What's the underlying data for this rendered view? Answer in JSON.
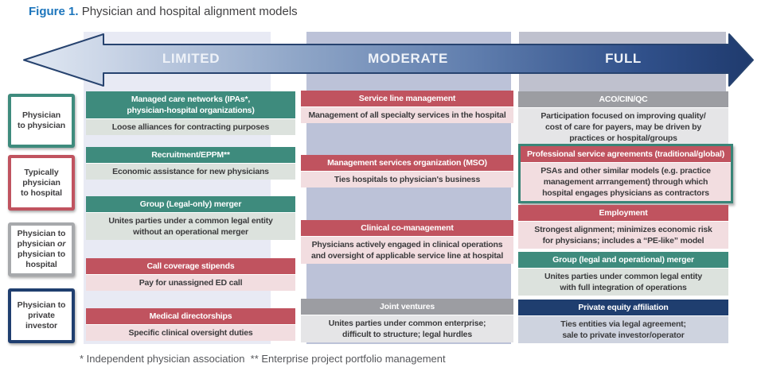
{
  "title": {
    "prefix": "Figure 1.",
    "text": "Physician and hospital alignment models"
  },
  "legend": {
    "items": [
      {
        "label": "Physician\nto physician",
        "border_color": "#3E8B7D"
      },
      {
        "label": "Typically\nphysician\nto hospital",
        "border_color": "#C0535F"
      },
      {
        "pre": "Physician to\nphysician ",
        "emph": "or",
        "post": "\nphysician to\nhospital",
        "border_color": "#A7A9AC"
      },
      {
        "label": "Physician to\nprivate\ninvestor",
        "border_color": "#1F3E6F"
      }
    ]
  },
  "columns": [
    {
      "label": "LIMITED",
      "cards": [
        {
          "header": "Managed care networks (IPAs*,\nphysician-hospital organizations)",
          "body": "Loose alliances for contracting purposes"
        },
        {
          "header": "Recruitment/EPPM**",
          "body": "Economic assistance for new physicians"
        },
        {
          "header": "Group (Legal-only) merger",
          "body": "Unites parties under a common legal entity\nwithout an operational merger"
        },
        {
          "header": "Call coverage stipends",
          "body": "Pay for unassigned ED call"
        },
        {
          "header": "Medical directorships",
          "body": "Specific clinical oversight duties"
        }
      ]
    },
    {
      "label": "MODERATE",
      "cards": [
        {
          "header": "Service line management",
          "body": "Management of all specialty services in the hospital"
        },
        {
          "header": "Management services organization (MSO)",
          "body": "Ties hospitals to physician's business"
        },
        {
          "header": "Clinical co-management",
          "body": "Physicians actively engaged in clinical operations\nand oversight of applicable service line at hospital"
        },
        {
          "header": "Joint ventures",
          "body": "Unites parties under common enterprise;\ndifficult to structure; legal hurdles"
        }
      ]
    },
    {
      "label": "FULL",
      "cards": [
        {
          "header": "ACO/CIN/QC",
          "body": "Participation focused on improving quality/\ncost of care for payers, may be driven by\npractices or hospital/groups"
        },
        {
          "header": "Professional service agreements (traditional/global)",
          "body": "PSAs and other similar models (e.g. practice\nmanagement arrrangement) through which\nhospital engages physicians as contractors",
          "highlighted": true
        },
        {
          "header": "Employment",
          "body": "Strongest alignment; minimizes economic risk\nfor physicians; includes a “PE-like” model"
        },
        {
          "header": "Group (legal and operational) merger",
          "body": "Unites parties under common legal entity\nwith full integration of operations"
        },
        {
          "header": "Private equity affiliation",
          "body": "Ties entities via legal agreement;\nsale to private investor/operator"
        }
      ]
    }
  ],
  "footnote": "* Independent physician association  ** Enterprise project portfolio management",
  "colors": {
    "title_blue": "#1C75BC",
    "teal_header": "#3E8B7D",
    "red_header": "#C0535F",
    "gray_header": "#9C9DA2",
    "navy_header": "#1F3E6F",
    "body_sage": "#DCE2DD",
    "body_pink": "#F2DDE0",
    "body_gray": "#E5E5E7",
    "body_bluegray": "#CED3DF",
    "column_limited_bg": "#E8EAF4",
    "column_moderate_bg": "#BCC2D8",
    "column_full_bg": "#BFC1CE",
    "arrow_dark": "#1F3A6D",
    "arrow_light": "#E2E9F3",
    "highlight_border": "#398578"
  }
}
